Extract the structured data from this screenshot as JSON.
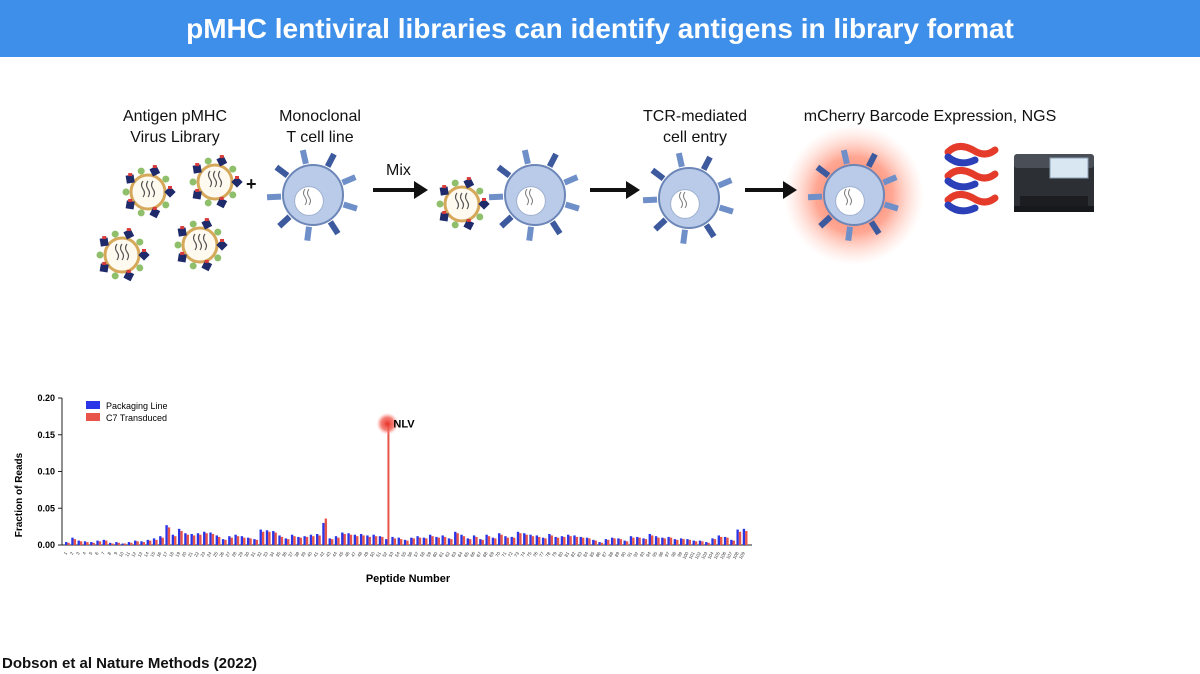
{
  "slide": {
    "title": "pMHC lentiviral libraries can identify antigens in library format",
    "citation": "Dobson et al Nature Methods (2022)"
  },
  "diagram": {
    "labels": [
      {
        "id": "antigen-library",
        "line1": "Antigen pMHC",
        "line2": "Virus Library"
      },
      {
        "id": "tcell-line",
        "line1": "Monoclonal",
        "line2": "T cell line"
      },
      {
        "id": "tcr-entry",
        "line1": "TCR-mediated",
        "line2": "cell entry"
      },
      {
        "id": "barcode-ngs",
        "line1": "mCherry Barcode Expression, NGS",
        "line2": ""
      }
    ],
    "mix_label": "Mix",
    "plus": "+",
    "icons": [
      "virus-particle-icon",
      "t-cell-icon",
      "arrow-right-icon",
      "dna-strand-icon",
      "sequencer-icon"
    ],
    "colors": {
      "virus_ring": "#d6a85a",
      "tcell": "#b9cbe8",
      "tcell_stroke": "#6c86b8",
      "glow": "#ff6a4d",
      "dna_blue": "#2a3fb8",
      "dna_red": "#e53b2a"
    }
  },
  "chart_data": {
    "type": "bar",
    "ylabel": "Fraction of Reads",
    "xlabel": "Peptide Number",
    "ylim": [
      0,
      0.2
    ],
    "yticks": [
      "0.00",
      "0.05",
      "0.10",
      "0.15",
      "0.20"
    ],
    "legend_position": "top-left",
    "annotation": "NLV",
    "annotation_index": 51,
    "series": [
      {
        "name": "Packaging Line",
        "color": "#2b35e8",
        "values": [
          0.004,
          0.01,
          0.006,
          0.005,
          0.004,
          0.006,
          0.007,
          0.003,
          0.004,
          0.002,
          0.004,
          0.006,
          0.005,
          0.007,
          0.009,
          0.012,
          0.027,
          0.014,
          0.022,
          0.016,
          0.015,
          0.016,
          0.018,
          0.017,
          0.013,
          0.008,
          0.012,
          0.014,
          0.012,
          0.01,
          0.008,
          0.021,
          0.02,
          0.019,
          0.013,
          0.009,
          0.014,
          0.011,
          0.012,
          0.014,
          0.015,
          0.03,
          0.009,
          0.012,
          0.017,
          0.016,
          0.014,
          0.015,
          0.013,
          0.014,
          0.012,
          0.008,
          0.011,
          0.01,
          0.007,
          0.01,
          0.012,
          0.01,
          0.014,
          0.011,
          0.013,
          0.009,
          0.018,
          0.014,
          0.009,
          0.013,
          0.008,
          0.014,
          0.01,
          0.016,
          0.012,
          0.011,
          0.018,
          0.016,
          0.014,
          0.013,
          0.01,
          0.015,
          0.011,
          0.012,
          0.014,
          0.013,
          0.011,
          0.01,
          0.007,
          0.004,
          0.008,
          0.01,
          0.009,
          0.006,
          0.012,
          0.011,
          0.009,
          0.015,
          0.012,
          0.01,
          0.011,
          0.008,
          0.009,
          0.008,
          0.006,
          0.006,
          0.004,
          0.009,
          0.013,
          0.011,
          0.007,
          0.021,
          0.022
        ]
      },
      {
        "name": "C7 Transduced",
        "color": "#e8544a",
        "values": [
          0.003,
          0.008,
          0.005,
          0.004,
          0.003,
          0.005,
          0.006,
          0.002,
          0.003,
          0.002,
          0.003,
          0.005,
          0.004,
          0.006,
          0.007,
          0.01,
          0.024,
          0.012,
          0.019,
          0.014,
          0.013,
          0.014,
          0.016,
          0.015,
          0.011,
          0.007,
          0.01,
          0.012,
          0.01,
          0.009,
          0.007,
          0.018,
          0.018,
          0.017,
          0.011,
          0.008,
          0.012,
          0.01,
          0.011,
          0.012,
          0.013,
          0.036,
          0.008,
          0.01,
          0.015,
          0.014,
          0.012,
          0.013,
          0.011,
          0.012,
          0.011,
          0.165,
          0.009,
          0.008,
          0.006,
          0.009,
          0.01,
          0.009,
          0.012,
          0.01,
          0.011,
          0.008,
          0.016,
          0.012,
          0.008,
          0.011,
          0.007,
          0.012,
          0.009,
          0.014,
          0.01,
          0.01,
          0.016,
          0.014,
          0.012,
          0.011,
          0.009,
          0.013,
          0.01,
          0.011,
          0.012,
          0.011,
          0.01,
          0.009,
          0.006,
          0.003,
          0.007,
          0.009,
          0.008,
          0.005,
          0.01,
          0.01,
          0.008,
          0.013,
          0.01,
          0.009,
          0.01,
          0.007,
          0.008,
          0.007,
          0.005,
          0.005,
          0.003,
          0.008,
          0.011,
          0.01,
          0.006,
          0.018,
          0.019
        ]
      }
    ]
  }
}
